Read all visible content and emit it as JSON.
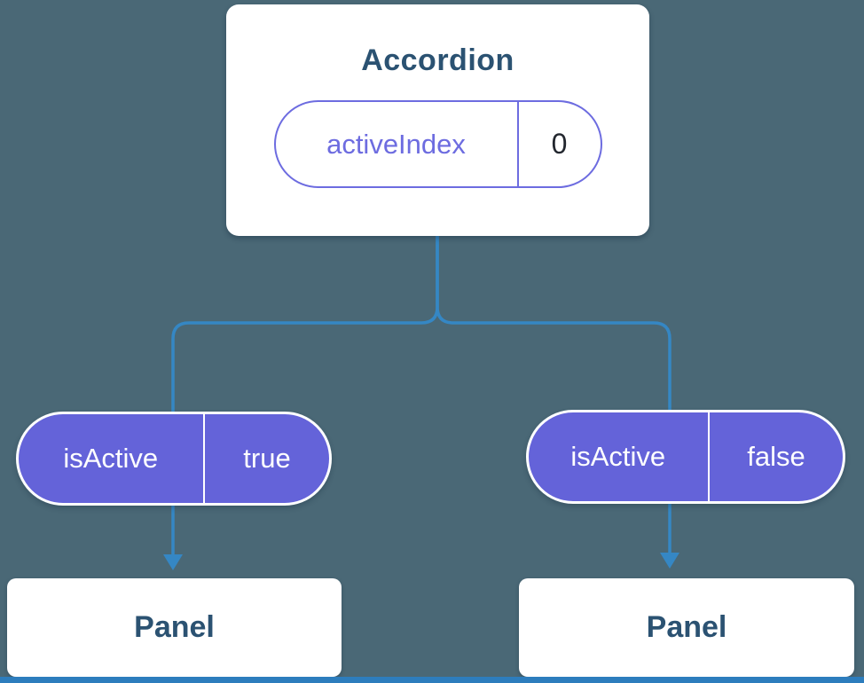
{
  "colors": {
    "background": "#4a6876",
    "card_background": "#ffffff",
    "pill_fill": "#6463d9",
    "pill_outline": "#6d6ce0",
    "connector": "#3587c4",
    "heading_text": "#2b5272",
    "value_text": "#23272f",
    "bottom_strip": "#2d7dbd"
  },
  "root_card": {
    "title": "Accordion",
    "state": {
      "name": "activeIndex",
      "value": "0"
    }
  },
  "children": [
    {
      "prop": {
        "name": "isActive",
        "value": "true"
      },
      "panel_label": "Panel"
    },
    {
      "prop": {
        "name": "isActive",
        "value": "false"
      },
      "panel_label": "Panel"
    }
  ]
}
